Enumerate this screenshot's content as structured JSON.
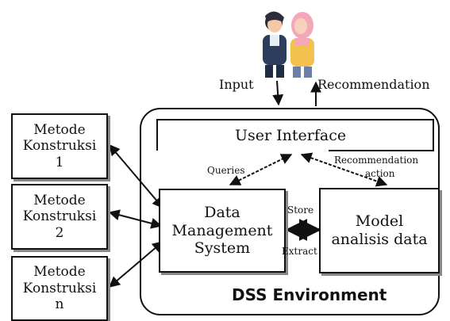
{
  "header": {
    "input_label": "Input",
    "recommendation_label": "Recommendation"
  },
  "methods": [
    {
      "line1": "Metode",
      "line2": "Konstruksi",
      "line3": "1"
    },
    {
      "line1": "Metode",
      "line2": "Konstruksi",
      "line3": "2"
    },
    {
      "line1": "Metode",
      "line2": "Konstruksi",
      "line3": "n"
    }
  ],
  "environment": {
    "user_interface": "User Interface",
    "queries": "Queries",
    "recommendation_action_line1": "Recommendation",
    "recommendation_action_line2": "action",
    "dms_line1": "Data",
    "dms_line2": "Management",
    "dms_line3": "System",
    "store": "Store",
    "extract": "Extract",
    "model_line1": "Model",
    "model_line2": "analisis data",
    "title": "DSS Environment"
  }
}
